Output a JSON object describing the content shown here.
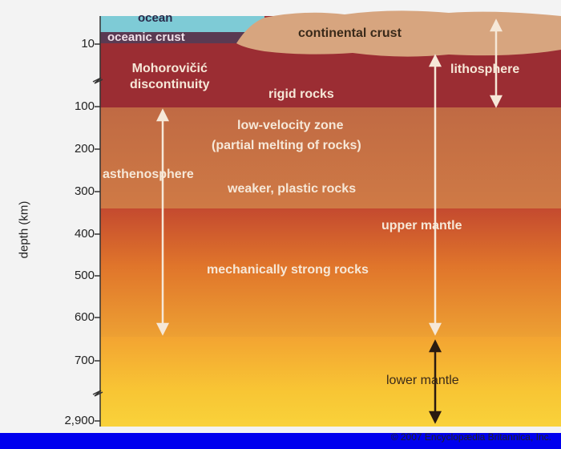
{
  "labels": {
    "ocean": "ocean",
    "oceanic_crust": "oceanic crust",
    "continental_crust": "continental crust",
    "moho": "Mohorovičić\ndiscontinuity",
    "lithosphere": "lithosphere",
    "rigid_rocks": "rigid rocks",
    "low_velocity_1": "low-velocity zone",
    "low_velocity_2": "(partial melting of rocks)",
    "asthenosphere": "asthenosphere",
    "weaker_plastic": "weaker, plastic rocks",
    "upper_mantle": "upper mantle",
    "mech_strong": "mechanically strong rocks",
    "lower_mantle": "lower mantle",
    "axis_label": "depth (km)",
    "credit": "© 2007 Encyclopædia Britannica, Inc."
  },
  "ticks": [
    "10",
    "100",
    "200",
    "300",
    "400",
    "500",
    "600",
    "700",
    "2,900"
  ],
  "colors": {
    "background": "#0000ee",
    "frame": "#f3f3f3",
    "ocean": "#7ecbd6",
    "oceanic_crust": "#5a3a52",
    "continental_crust": "#d7a57f",
    "lithosphere": "#9b2d33",
    "asthenosphere": "#c25e3a",
    "upper_mantle": "#d4662e",
    "lower_mantle": "#f7c12f",
    "label_light": "#f6e8d8",
    "label_dark": "#3a2a1a"
  }
}
